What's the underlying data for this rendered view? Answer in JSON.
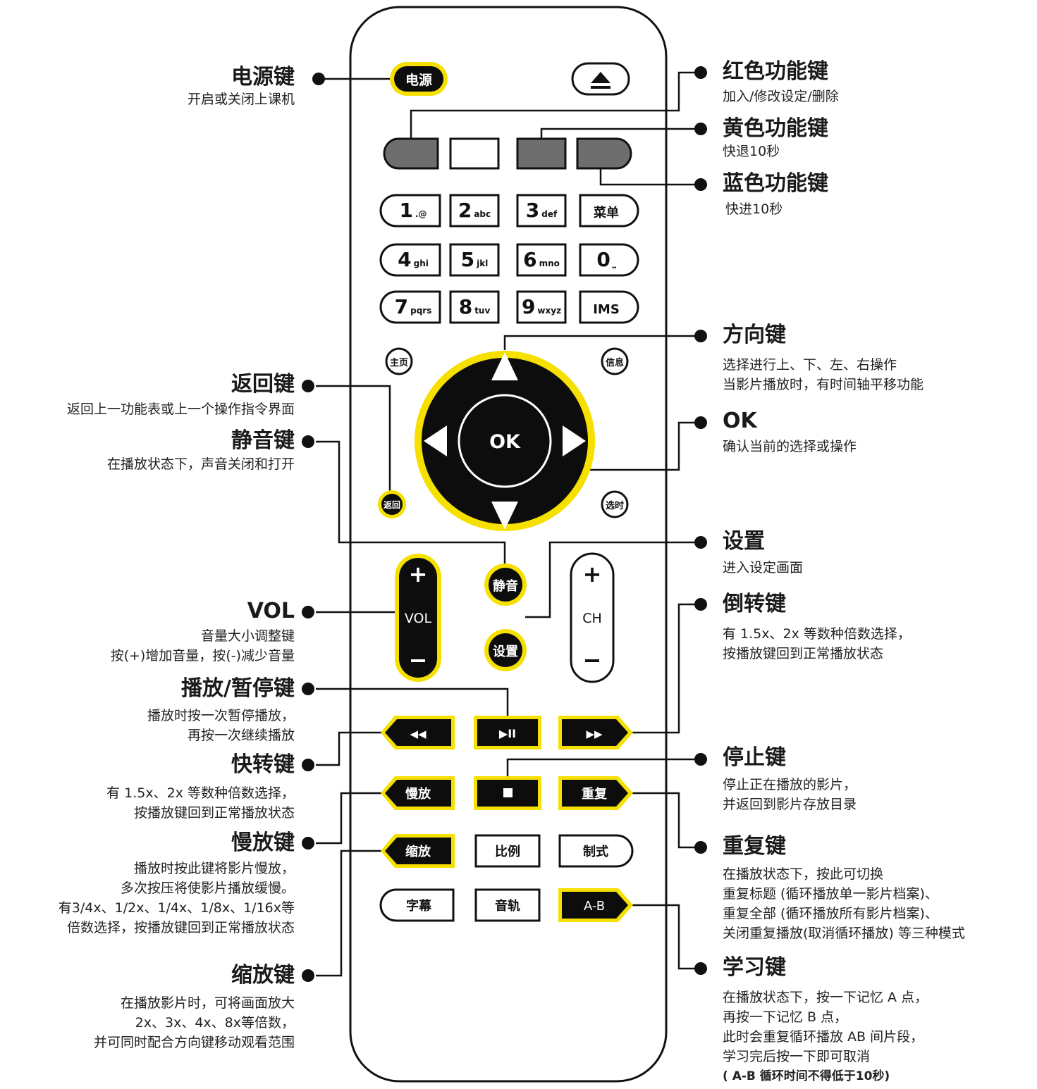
{
  "remote": {
    "power": "电源",
    "eject_icon": "eject-icon",
    "num_keys": [
      {
        "main": "1",
        "sub": ".@"
      },
      {
        "main": "2",
        "sub": "abc"
      },
      {
        "main": "3",
        "sub": "def"
      },
      {
        "main": "菜单",
        "sub": ""
      },
      {
        "main": "4",
        "sub": "ghi"
      },
      {
        "main": "5",
        "sub": "jkl"
      },
      {
        "main": "6",
        "sub": "mno"
      },
      {
        "main": "0",
        "sub": "⎵"
      },
      {
        "main": "7",
        "sub": "pqrs"
      },
      {
        "main": "8",
        "sub": "tuv"
      },
      {
        "main": "9",
        "sub": "wxyz"
      },
      {
        "main": "IMS",
        "sub": ""
      }
    ],
    "home": "主页",
    "info": "信息",
    "ok": "OK",
    "back": "返回",
    "select_time": "选时",
    "mute": "静音",
    "setup": "设置",
    "vol_label": "VOL",
    "ch_label": "CH",
    "plus": "+",
    "minus": "−",
    "transport": {
      "rewind": "◀◀",
      "playpause": "▶II",
      "forward": "▶▶",
      "stop": "■"
    },
    "slow": "慢放",
    "repeat": "重复",
    "zoom": "缩放",
    "ratio": "比例",
    "format": "制式",
    "subtitle": "字幕",
    "audio": "音轨",
    "ab": "A-B",
    "colors": {
      "yellow": "#f5e000",
      "black": "#0d0d0d",
      "gray": "#6e6e6e",
      "white": "#ffffff"
    }
  },
  "labels": {
    "power": {
      "title": "电源键",
      "desc": [
        "开启或关闭上课机"
      ]
    },
    "red": {
      "title": "红色功能键",
      "desc": [
        "加入/修改设定/删除"
      ]
    },
    "yellow": {
      "title": "黄色功能键",
      "desc": [
        "快退10秒"
      ]
    },
    "blue": {
      "title": "蓝色功能键",
      "desc": [
        "快进10秒"
      ]
    },
    "direction": {
      "title": "方向键",
      "desc": [
        "选择进行上、下、左、右操作",
        "当影片播放时，有时间轴平移功能"
      ]
    },
    "ok": {
      "title": "OK",
      "desc": [
        "确认当前的选择或操作"
      ]
    },
    "back": {
      "title": "返回键",
      "desc": [
        "返回上一功能表或上一个操作指令界面"
      ]
    },
    "mute": {
      "title": "静音键",
      "desc": [
        "在播放状态下，声音关闭和打开"
      ]
    },
    "setup": {
      "title": "设置",
      "desc": [
        "进入设定画面"
      ]
    },
    "rewind": {
      "title": "倒转键",
      "desc": [
        "有 1.5x、2x 等数种倍数选择，",
        "按播放键回到正常播放状态"
      ]
    },
    "vol": {
      "title": "VOL",
      "desc": [
        "音量大小调整键",
        "按(+)增加音量，按(-)减少音量"
      ]
    },
    "play": {
      "title": "播放/暂停键",
      "desc": [
        "播放时按一次暂停播放，",
        "再按一次继续播放"
      ]
    },
    "ffwd": {
      "title": "快转键",
      "desc": [
        "有 1.5x、2x 等数种倍数选择，",
        "按播放键回到正常播放状态"
      ]
    },
    "stop": {
      "title": "停止键",
      "desc": [
        "停止正在播放的影片，",
        "并返回到影片存放目录"
      ]
    },
    "slow": {
      "title": "慢放键",
      "desc": [
        "播放时按此键将影片慢放，",
        "多次按压将使影片播放缓慢。",
        "有3/4x、1/2x、1/4x、1/8x、1/16x等",
        "倍数选择，按播放键回到正常播放状态"
      ]
    },
    "repeat": {
      "title": "重复键",
      "desc": [
        "在播放状态下，按此可切换",
        "重复标题 (循环播放单一影片档案)、",
        "重复全部 (循环播放所有影片档案)、",
        "关闭重复播放(取消循环播放) 等三种模式"
      ]
    },
    "learn": {
      "title": "学习键",
      "desc": [
        "在播放状态下，按一下记忆 A 点，",
        "再按一下记忆 B 点，",
        "此时会重复循环播放 AB 间片段，",
        "学习完后按一下即可取消"
      ],
      "note": "( A-B 循环时间不得低于10秒)"
    },
    "zoom": {
      "title": "缩放键",
      "desc": [
        "在播放影片时，可将画面放大",
        "2x、3x、4x、8x等倍数，",
        "并可同时配合方向键移动观看范围"
      ]
    }
  }
}
